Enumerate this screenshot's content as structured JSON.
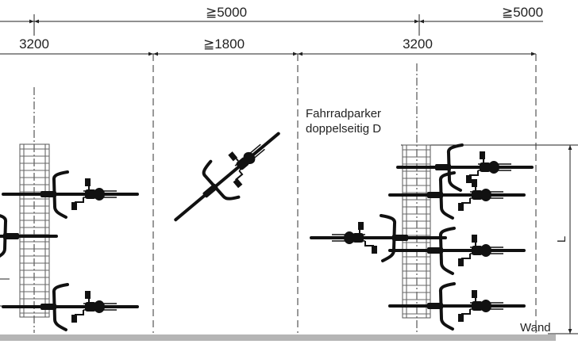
{
  "dimensions": {
    "top_left": "≧5000",
    "top_right": "≧5000",
    "rack_left": "3200",
    "aisle": "≧1800",
    "rack_right": "3200",
    "length": "L"
  },
  "labels": {
    "product_line1": "Fahrradparker",
    "product_line2": "doppelseitig D",
    "wall": "Wand"
  },
  "colors": {
    "ink": "#111111",
    "wall": "#b5b5b5"
  }
}
